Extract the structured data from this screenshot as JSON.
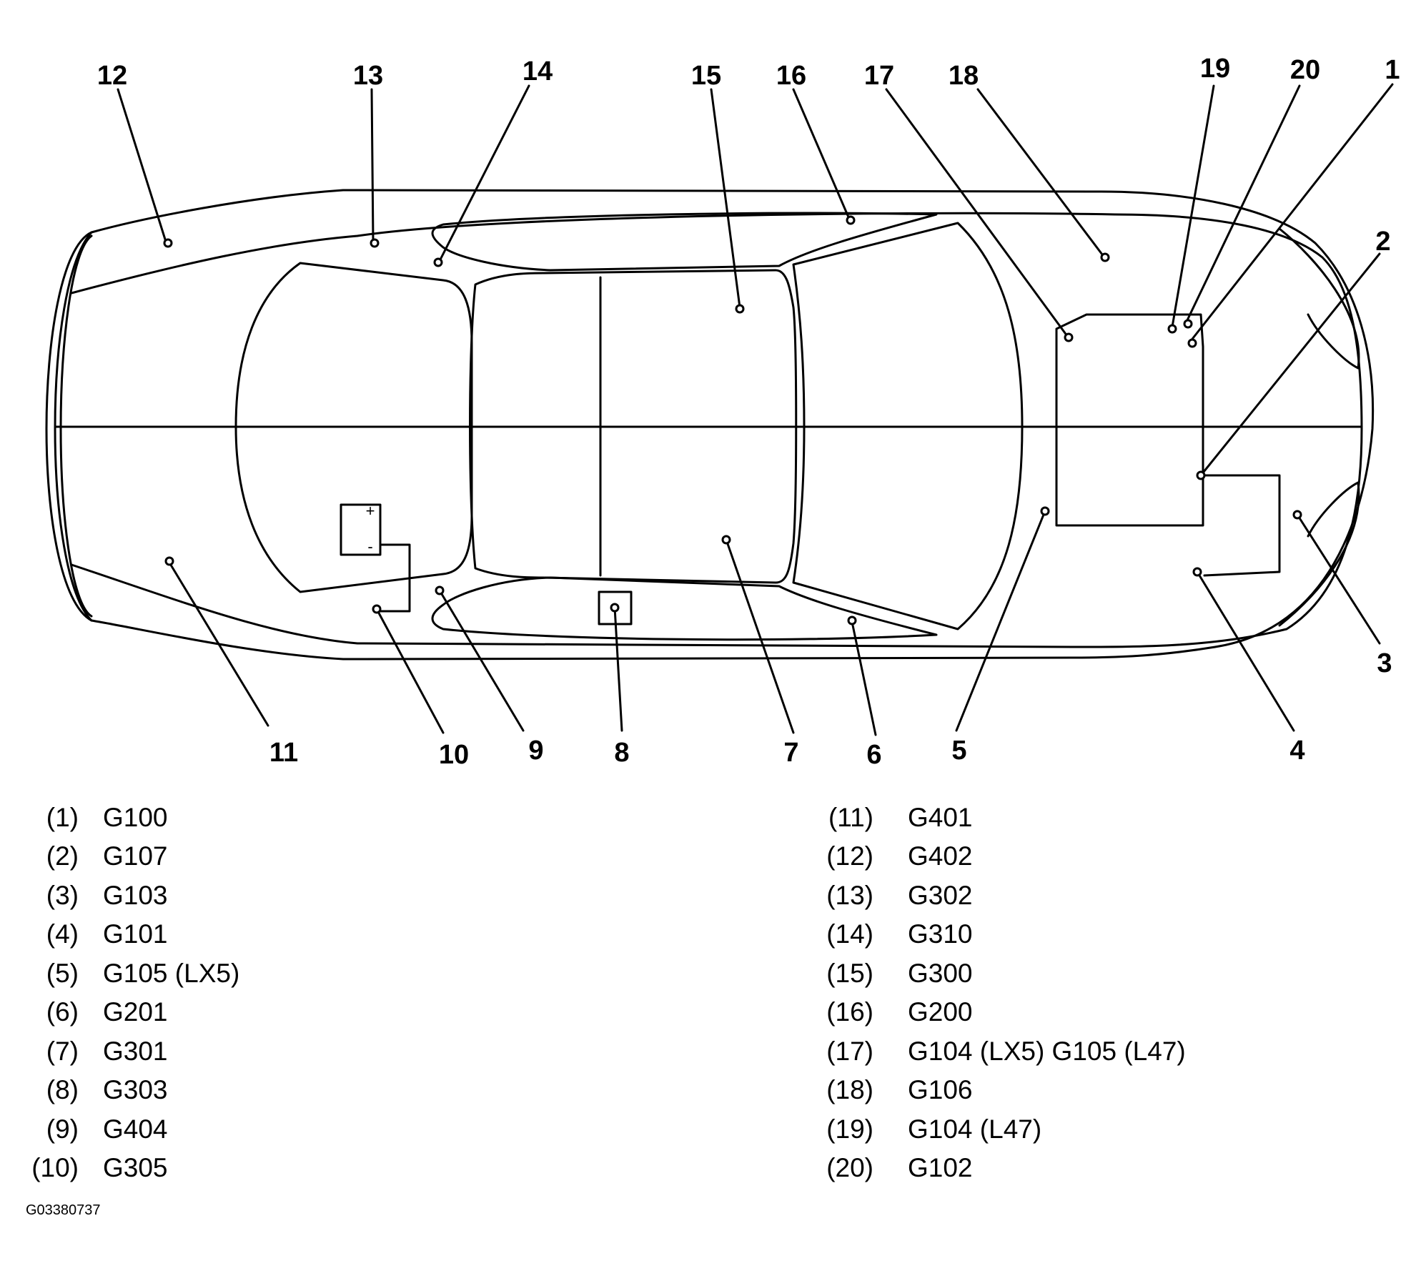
{
  "callouts": [
    "1",
    "2",
    "3",
    "4",
    "5",
    "6",
    "7",
    "8",
    "9",
    "10",
    "11",
    "12",
    "13",
    "14",
    "15",
    "16",
    "17",
    "18",
    "19",
    "20"
  ],
  "legend": [
    {
      "num": "(1)",
      "code": "G100"
    },
    {
      "num": "(2)",
      "code": "G107"
    },
    {
      "num": "(3)",
      "code": "G103"
    },
    {
      "num": "(4)",
      "code": "G101"
    },
    {
      "num": "(5)",
      "code": "G105 (LX5)"
    },
    {
      "num": "(6)",
      "code": "G201"
    },
    {
      "num": "(7)",
      "code": "G301"
    },
    {
      "num": "(8)",
      "code": "G303"
    },
    {
      "num": "(9)",
      "code": "G404"
    },
    {
      "num": "(10)",
      "code": "G305"
    },
    {
      "num": "(11)",
      "code": "G401"
    },
    {
      "num": "(12)",
      "code": "G402"
    },
    {
      "num": "(13)",
      "code": "G302"
    },
    {
      "num": "(14)",
      "code": "G310"
    },
    {
      "num": "(15)",
      "code": "G300"
    },
    {
      "num": "(16)",
      "code": "G200"
    },
    {
      "num": "(17)",
      "code": "G104 (LX5) G105 (L47)"
    },
    {
      "num": "(18)",
      "code": "G106"
    },
    {
      "num": "(19)",
      "code": "G104 (L47)"
    },
    {
      "num": "(20)",
      "code": "G102"
    }
  ],
  "figure_code": "G03380737",
  "battery": {
    "plus": "+",
    "minus": "-"
  }
}
